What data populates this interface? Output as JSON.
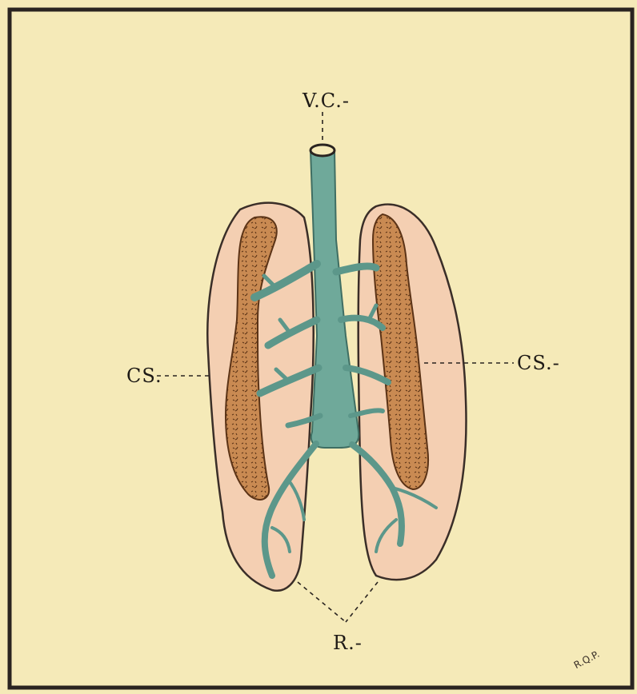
{
  "labels": {
    "vena_cava": "V.C.-",
    "cs_left": "CS.",
    "cs_right": "CS.-",
    "renal": "R.-",
    "signature": "R.Q.P."
  },
  "colors": {
    "paper": "#f5eab8",
    "frame": "#2a2420",
    "capsule": "#f4cfb2",
    "outline": "#3a2e28",
    "vessel": "#6fa99a",
    "vessel_dark": "#3f6e63",
    "cortex": "#c98a52",
    "cortex_speck": "#5b3316"
  }
}
